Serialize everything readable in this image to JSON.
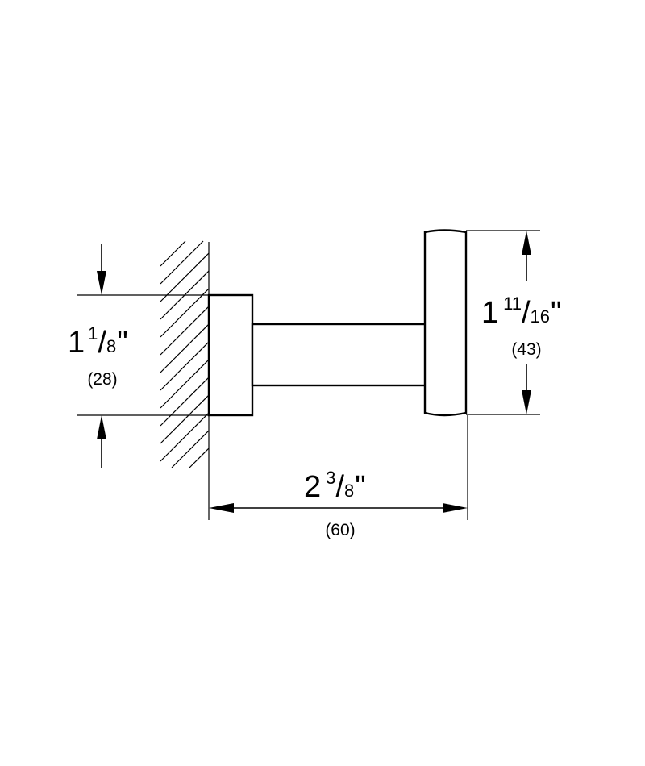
{
  "dimensions": {
    "base_height": {
      "whole": "1",
      "numerator": "1",
      "slash": "/",
      "denominator": "8",
      "inch_mark": "\"",
      "metric": "(28)"
    },
    "head_height": {
      "whole": "1",
      "numerator": "11",
      "slash": "/",
      "denominator": "16",
      "inch_mark": "\"",
      "metric": "(43)"
    },
    "projection": {
      "whole": "2",
      "numerator": "3",
      "slash": "/",
      "denominator": "8",
      "inch_mark": "\"",
      "metric": "(60)"
    }
  },
  "colors": {
    "line": "#000000",
    "background": "#ffffff"
  }
}
